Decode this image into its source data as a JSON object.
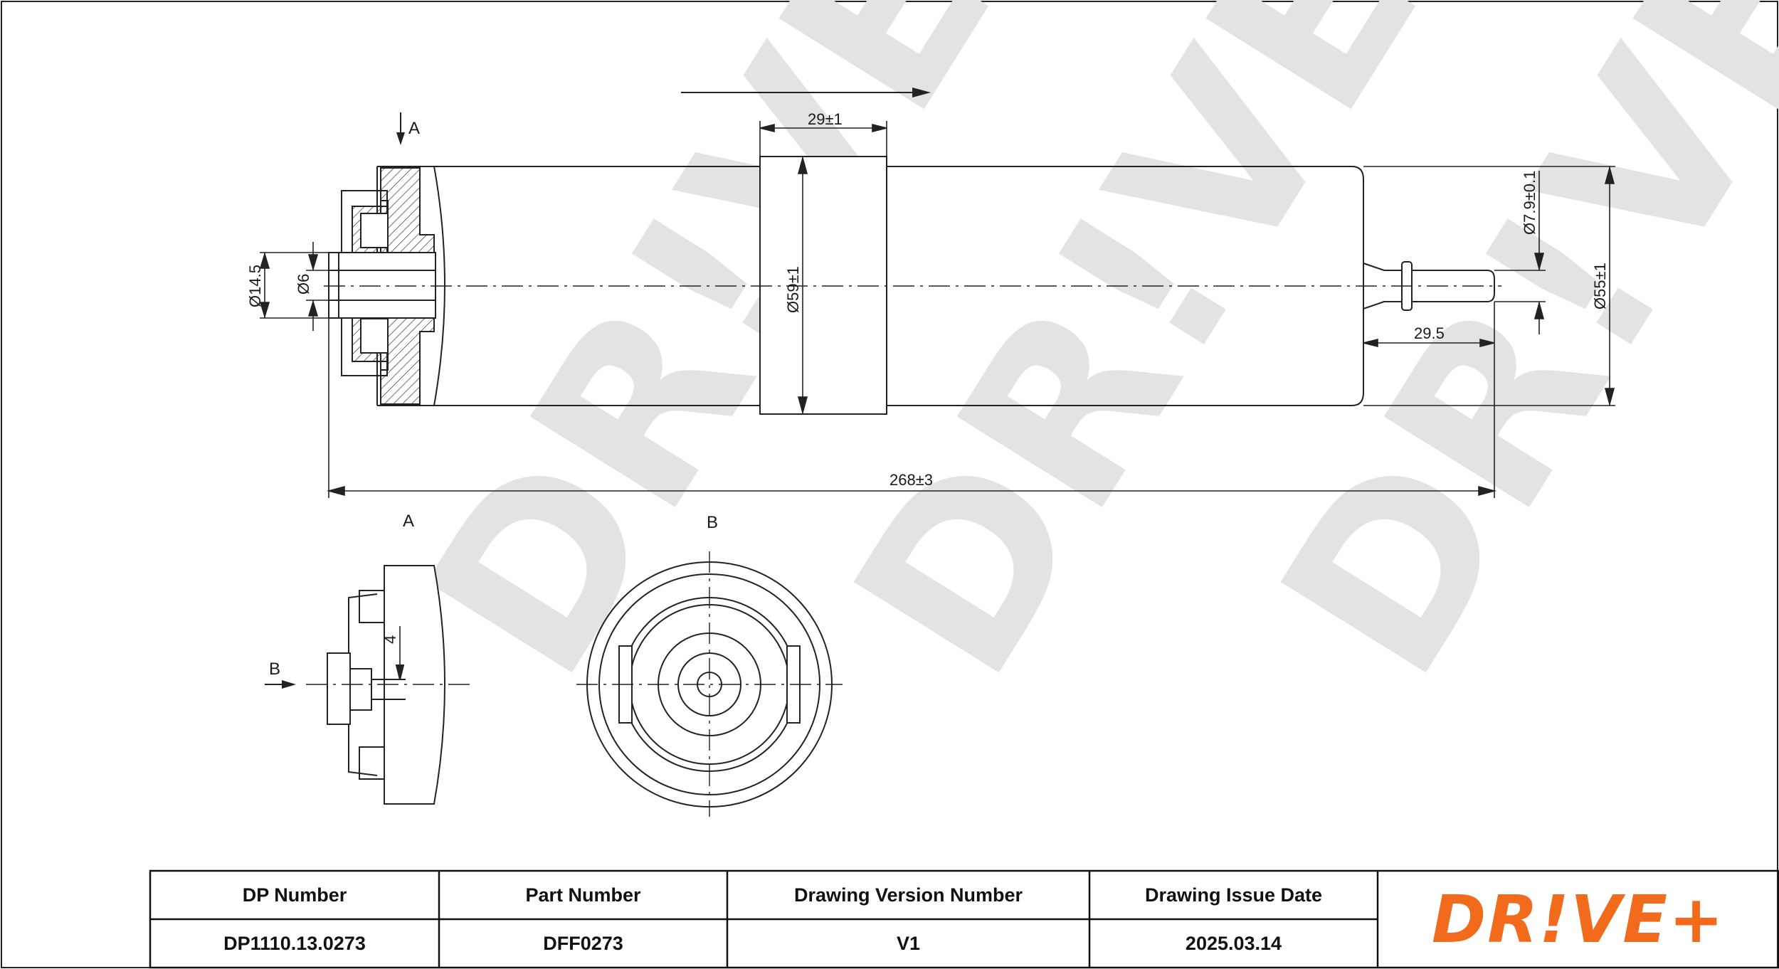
{
  "watermark": "DR!VE+",
  "views": {
    "view_a_arrow": "A",
    "view_a_title": "A",
    "view_b_title": "B",
    "view_b_arrow": "B"
  },
  "dimensions": {
    "band_width": "29±1",
    "band_diameter": "Ø59±1",
    "outlet_diameter": "Ø7.9±0.1",
    "body_diameter": "Ø55±1",
    "outlet_length": "29.5",
    "overall_length": "268±3",
    "inlet_outer_diameter": "Ø14.5",
    "inlet_inner_diameter": "Ø6",
    "detail_a_dim": "4"
  },
  "title_block": {
    "dp_number_label": "DP Number",
    "dp_number_value": "DP1110.13.0273",
    "part_number_label": "Part Number",
    "part_number_value": "DFF0273",
    "version_label": "Drawing Version Number",
    "version_value": "V1",
    "issue_date_label": "Drawing Issue Date",
    "issue_date_value": "2025.03.14",
    "logo_text": "DR!VE+"
  }
}
